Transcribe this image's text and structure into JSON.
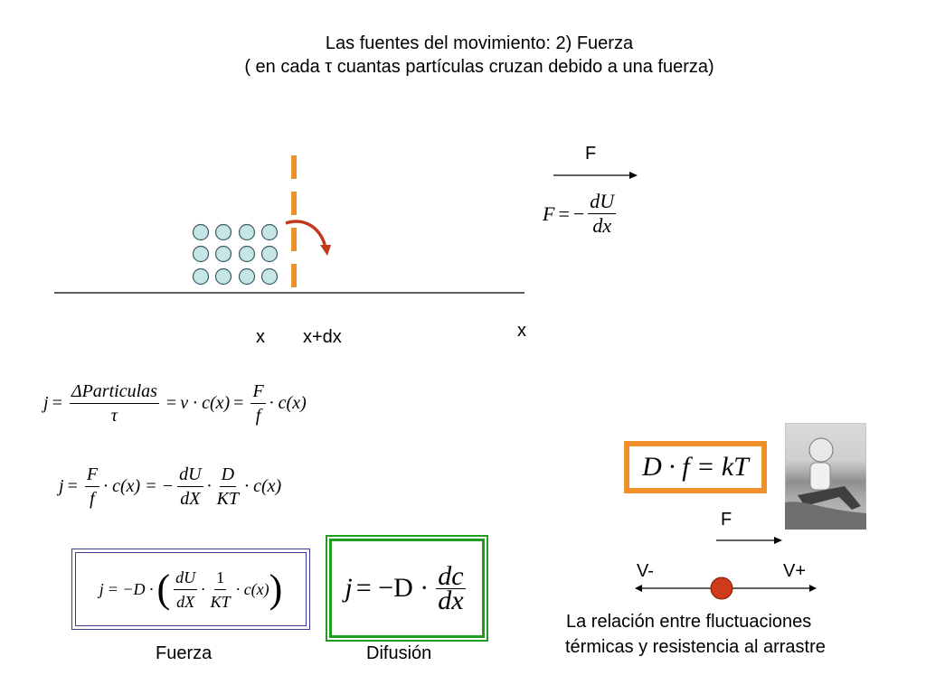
{
  "title": {
    "line1": "Las fuentes del movimiento:  2) Fuerza",
    "line2": "( en cada τ cuantas partículas cruzan debido a una fuerza)"
  },
  "diagram": {
    "label_x_left": "x",
    "label_x_dx": "x+dx",
    "label_axis_x": "x",
    "force_label_top": "F",
    "colors": {
      "particle_fill": "#c6e6e6",
      "particle_stroke": "#3a5a6a",
      "barrier": "#f0902a",
      "arrow_curve": "#c0391b",
      "axis": "#000000"
    }
  },
  "equations": {
    "force_def": {
      "lhs": "F",
      "eq": "=",
      "minus": "−",
      "num": "dU",
      "den": "dx"
    },
    "flux1": {
      "j": "j",
      "eq1": "=",
      "num1": "ΔParticulas",
      "den1": "τ",
      "eq2": "=",
      "mid": "v · c(x)",
      "eq3": "=",
      "num2": "F",
      "den2": "f",
      "tail": "· c(x)"
    },
    "flux2": {
      "j": "j",
      "eq1": "=",
      "num1": "F",
      "den1": "f",
      "mid": "· c(x) = −",
      "num2": "dU",
      "den2": "dX",
      "dot": "·",
      "num3": "D",
      "den3": "KT",
      "tail": "· c(x)"
    },
    "force_flux": {
      "j": "j",
      "eq": "= −D ·",
      "lp": "(",
      "num1": "dU",
      "den1": "dX",
      "dot": "·",
      "num2": "1",
      "den2": "KT",
      "tail": "· c(x)",
      "rp": ")"
    },
    "diff_flux": {
      "j": "j",
      "eq": "= −D ·",
      "num": "dc",
      "den": "dx"
    },
    "einstein": "D · f = kT"
  },
  "labels": {
    "fuerza": "Fuerza",
    "difusion": "Difusión",
    "force_label_right": "F",
    "v_minus": "V-",
    "v_plus": "V+",
    "relation_line1": "La relación  entre fluctuaciones",
    "relation_line2": "térmicas y resistencia al arrastre"
  },
  "colors": {
    "box_blue": "#3d3d9e",
    "box_green": "#1e9e1e",
    "box_orange": "#f0902a",
    "particle_red": "#d03a1a"
  }
}
